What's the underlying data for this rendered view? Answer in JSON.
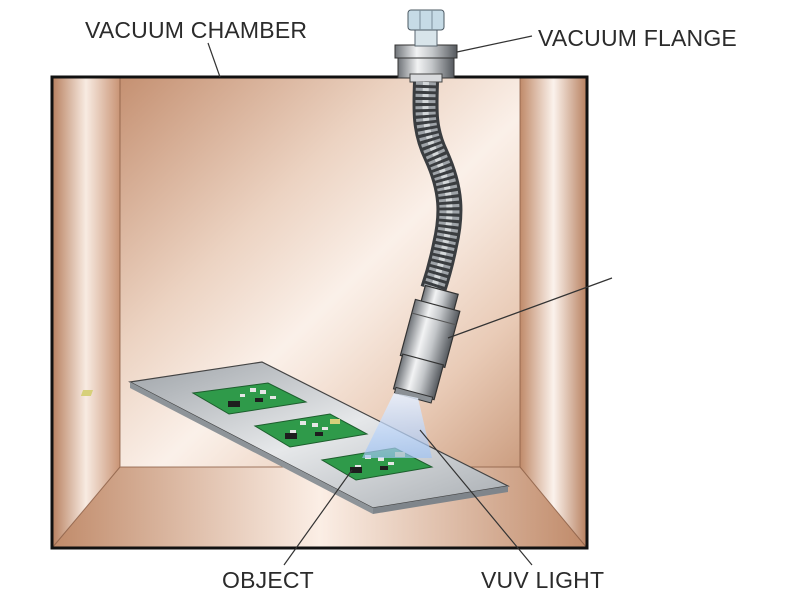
{
  "labels": {
    "vacuum_chamber": "VACUUM CHAMBER",
    "vacuum_flange": "VACUUM FLANGE",
    "object": "OBJECT",
    "vuv_light": "VUV LIGHT"
  },
  "components": {
    "chamber": "vacuum-chamber",
    "flange": "vacuum-flange",
    "hose": "flexible-bellows-hose",
    "lamp": "vuv-lamp-head",
    "tray": "sample-tray",
    "boards": [
      "circuit-board-1",
      "circuit-board-2",
      "circuit-board-3"
    ]
  },
  "colors": {
    "chamber_wall": "#c08a68",
    "chamber_highlight": "#f6e6dc",
    "circuit_board": "#2f9a4a",
    "tray": "#c9ccd0",
    "light_beam": "#b8d4ff",
    "outline": "#1a1a1a"
  }
}
